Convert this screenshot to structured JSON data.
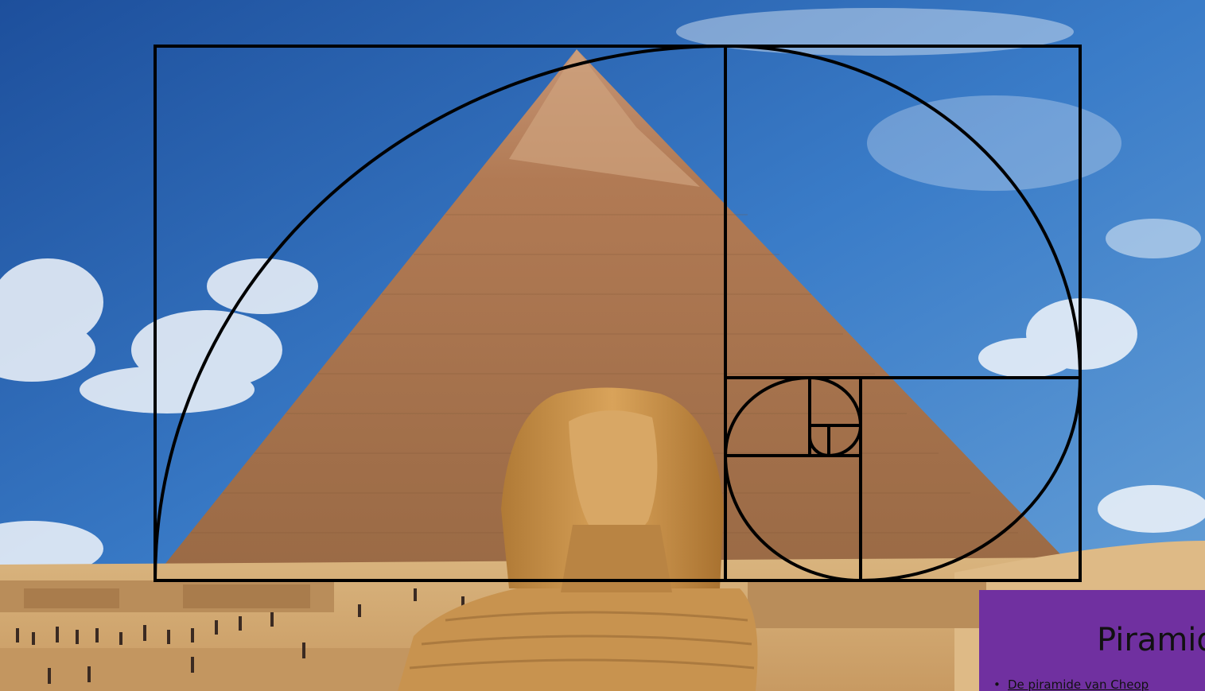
{
  "slide": {
    "title": "Piramid",
    "bullet": "De piramide van Cheop"
  },
  "colors": {
    "sky": "#2f6fc0",
    "pyramid": "#c08a5a",
    "sand": "#e2c08a",
    "spiral": "#000000",
    "card": "#7030a0"
  },
  "icons": {
    "bullet": "bullet-dot"
  }
}
